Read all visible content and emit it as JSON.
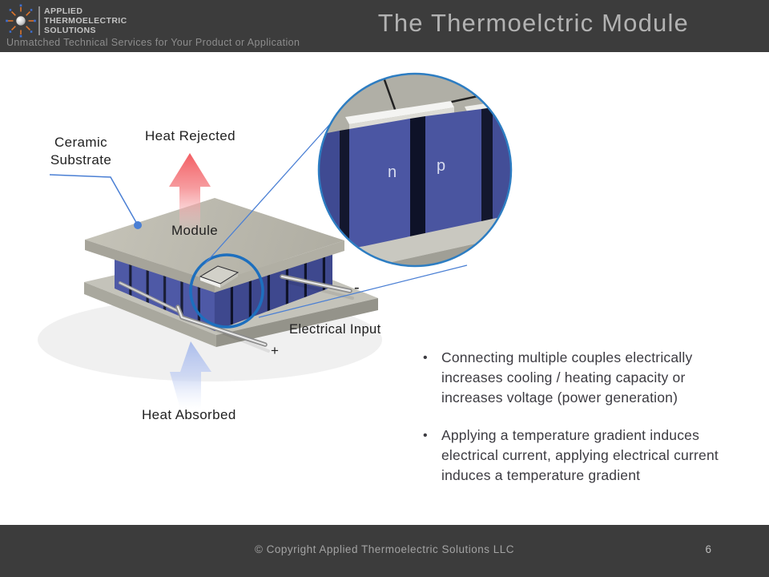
{
  "header": {
    "logo": {
      "lines": [
        "APPLIED",
        "THERMOELECTRIC",
        "SOLUTIONS"
      ]
    },
    "tagline": "Unmatched Technical Services for Your Product or Application",
    "title": "The Thermoelctric Module"
  },
  "diagram": {
    "labels": {
      "ceramic_substrate": "Ceramic Substrate",
      "heat_rejected": "Heat Rejected",
      "module": "Module",
      "electrical_input": "Electrical Input",
      "plus": "+",
      "minus": "-",
      "heat_absorbed": "Heat Absorbed",
      "n_type": "n",
      "p_type": "p"
    },
    "colors": {
      "accent_blue": "#2d7dc2",
      "callout_blue": "#4a7fd4",
      "pillar_blue": "#4a55a2",
      "heat_rejected_red": "#f2575c",
      "heat_absorbed_blue": "#a7baeb",
      "ceramic_gray": "#b7b5aa"
    }
  },
  "bullets": [
    "Connecting multiple couples electrically increases cooling / heating capacity or increases voltage (power generation)",
    "Applying a temperature gradient induces electrical current, applying electrical current induces a temperature gradient"
  ],
  "footer": {
    "copyright": "© Copyright Applied Thermoelectric Solutions LLC",
    "page_number": "6"
  }
}
